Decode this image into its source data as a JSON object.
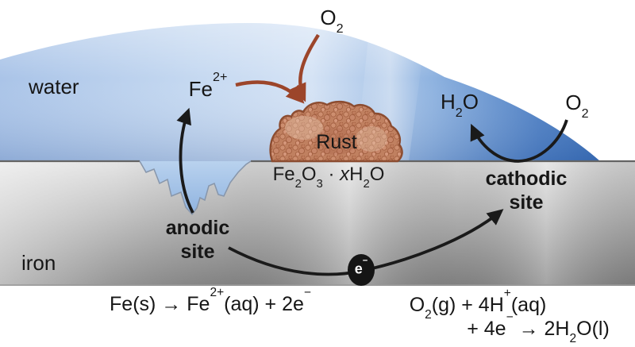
{
  "diagram": {
    "regions": {
      "water": "water",
      "iron": "iron"
    },
    "species": {
      "o2_top": [
        {
          "t": "O"
        },
        {
          "t": "2",
          "v": "sub"
        }
      ],
      "fe2plus": [
        {
          "t": "Fe"
        },
        {
          "t": "2+",
          "v": "sup"
        }
      ],
      "h2o": [
        {
          "t": "H"
        },
        {
          "t": "2",
          "v": "sub"
        },
        {
          "t": "O"
        }
      ],
      "o2_right": [
        {
          "t": "O"
        },
        {
          "t": "2",
          "v": "sub"
        }
      ]
    },
    "sites": {
      "anodic": {
        "line1": "anodic",
        "line2": "site"
      },
      "cathodic": {
        "line1": "cathodic",
        "line2": "site"
      }
    },
    "rust": {
      "name": "Rust",
      "formula": [
        {
          "t": "Fe"
        },
        {
          "t": "2",
          "v": "sub"
        },
        {
          "t": "O"
        },
        {
          "t": "3",
          "v": "sub"
        },
        {
          "t": " · "
        },
        {
          "t": "x",
          "v": "i"
        },
        {
          "t": "H"
        },
        {
          "t": "2",
          "v": "sub"
        },
        {
          "t": "O"
        }
      ]
    },
    "electron_label": [
      {
        "t": "e"
      },
      {
        "t": "−",
        "v": "sup"
      }
    ],
    "equations": {
      "anodic": [
        {
          "t": "Fe(s) → Fe"
        },
        {
          "t": "2+",
          "v": "sup"
        },
        {
          "t": "(aq) + 2e"
        },
        {
          "t": "−",
          "v": "sup"
        }
      ],
      "cathodic_line1": [
        {
          "t": "O"
        },
        {
          "t": "2",
          "v": "sub"
        },
        {
          "t": "(g) + 4H"
        },
        {
          "t": "+",
          "v": "sup"
        },
        {
          "t": "(aq)"
        }
      ],
      "cathodic_line2": [
        {
          "t": "+ 4e"
        },
        {
          "t": "−",
          "v": "sup"
        },
        {
          "t": " → 2H"
        },
        {
          "t": "2",
          "v": "sub"
        },
        {
          "t": "O(l)"
        }
      ]
    },
    "colors": {
      "water_light": "#d5e3f5",
      "water_deep": "#3a6fb8",
      "iron_light": "#e2e2e2",
      "iron_dark": "#8a8a8a",
      "rust_fill": "#c08060",
      "rust_outline": "#8c4c30",
      "arrow_red": "#9c452a",
      "arrow_black": "#1a1a1a"
    }
  }
}
